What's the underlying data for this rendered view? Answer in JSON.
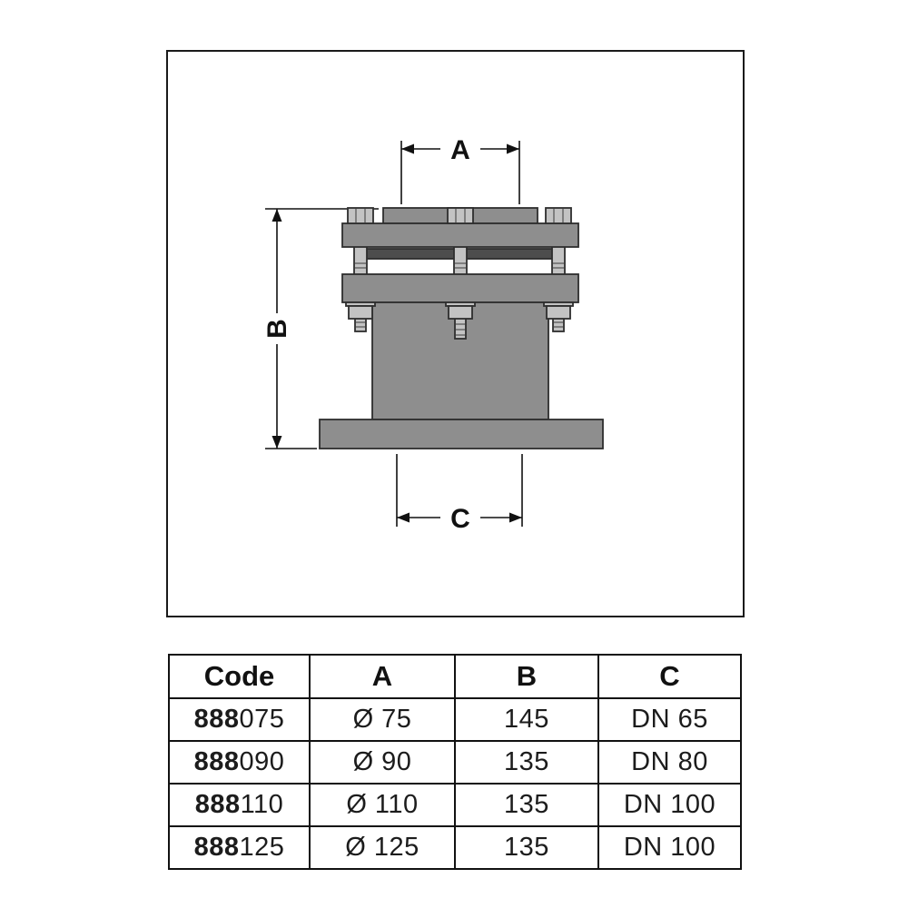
{
  "diagram": {
    "labels": {
      "a": "A",
      "b": "B",
      "c": "C"
    },
    "colors": {
      "part": "#8e8e8e",
      "gasket": "#4d4d4d",
      "bolt": "#c3c3c3",
      "outline": "#2e2e2e"
    }
  },
  "table": {
    "headers": [
      "Code",
      "A",
      "B",
      "C"
    ],
    "rows": [
      {
        "code_bold": "888",
        "code_rest": "075",
        "a": "Ø 75",
        "b": "145",
        "c": "DN 65"
      },
      {
        "code_bold": "888",
        "code_rest": "090",
        "a": "Ø 90",
        "b": "135",
        "c": "DN 80"
      },
      {
        "code_bold": "888",
        "code_rest": "110",
        "a": "Ø 110",
        "b": "135",
        "c": "DN 100"
      },
      {
        "code_bold": "888",
        "code_rest": "125",
        "a": "Ø 125",
        "b": "135",
        "c": "DN 100"
      }
    ]
  }
}
